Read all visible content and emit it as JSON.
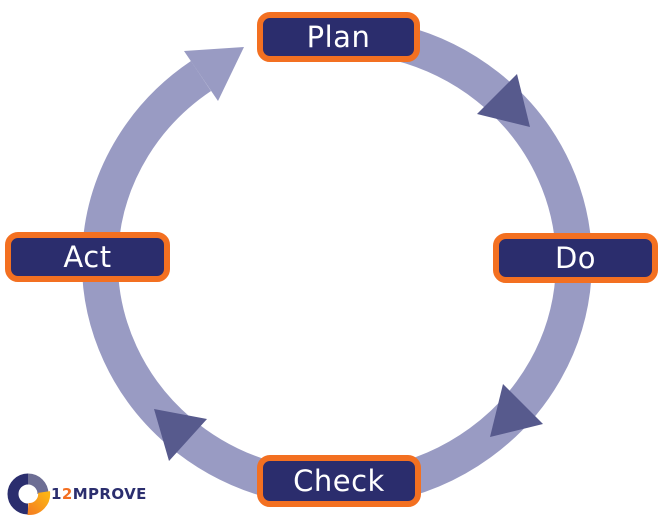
{
  "diagram": {
    "kind": "cycle",
    "direction": "clockwise",
    "steps": [
      {
        "id": "plan",
        "label": "Plan",
        "position": "top"
      },
      {
        "id": "do",
        "label": "Do",
        "position": "right"
      },
      {
        "id": "check",
        "label": "Check",
        "position": "bottom"
      },
      {
        "id": "act",
        "label": "Act",
        "position": "left"
      }
    ]
  },
  "logo": {
    "prefix": "1",
    "accent": "2",
    "suffix": "MPROVE"
  },
  "colors": {
    "background": "#ffffff",
    "node_fill": "#2b2d6d",
    "node_border": "#f37021",
    "node_text": "#ffffff",
    "ring": "#999bc3",
    "arrowhead_dark": "#575a8d",
    "logo_navy": "#2b2e6e",
    "logo_gray": "#6d6e94",
    "logo_orange": "#f58220",
    "logo_amber": "#fcb315"
  }
}
